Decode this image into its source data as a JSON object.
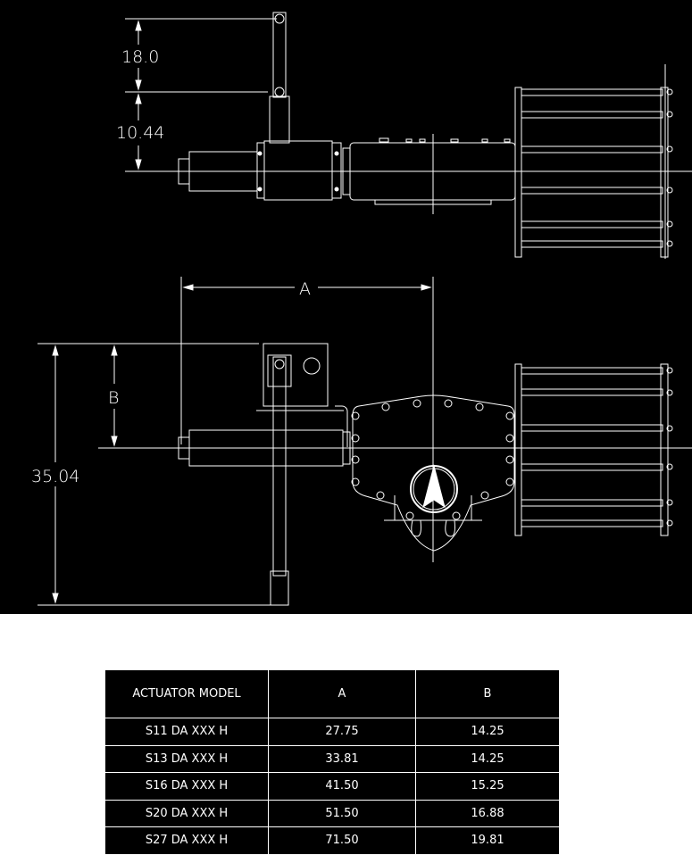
{
  "drawing": {
    "dimensions": {
      "top_offset": "18.0",
      "top_height": "10.44",
      "a_label": "A",
      "b_label": "B",
      "total_height": "35.04"
    },
    "colors": {
      "background": "#000000",
      "lines": "#ffffff"
    }
  },
  "table": {
    "headers": [
      "ACTUATOR MODEL",
      "A",
      "B"
    ],
    "rows": [
      [
        "S11 DA XXX H",
        "27.75",
        "14.25"
      ],
      [
        "S13 DA XXX H",
        "33.81",
        "14.25"
      ],
      [
        "S16 DA XXX H",
        "41.50",
        "15.25"
      ],
      [
        "S20 DA XXX H",
        "51.50",
        "16.88"
      ],
      [
        "S27 DA XXX H",
        "71.50",
        "19.81"
      ]
    ]
  }
}
